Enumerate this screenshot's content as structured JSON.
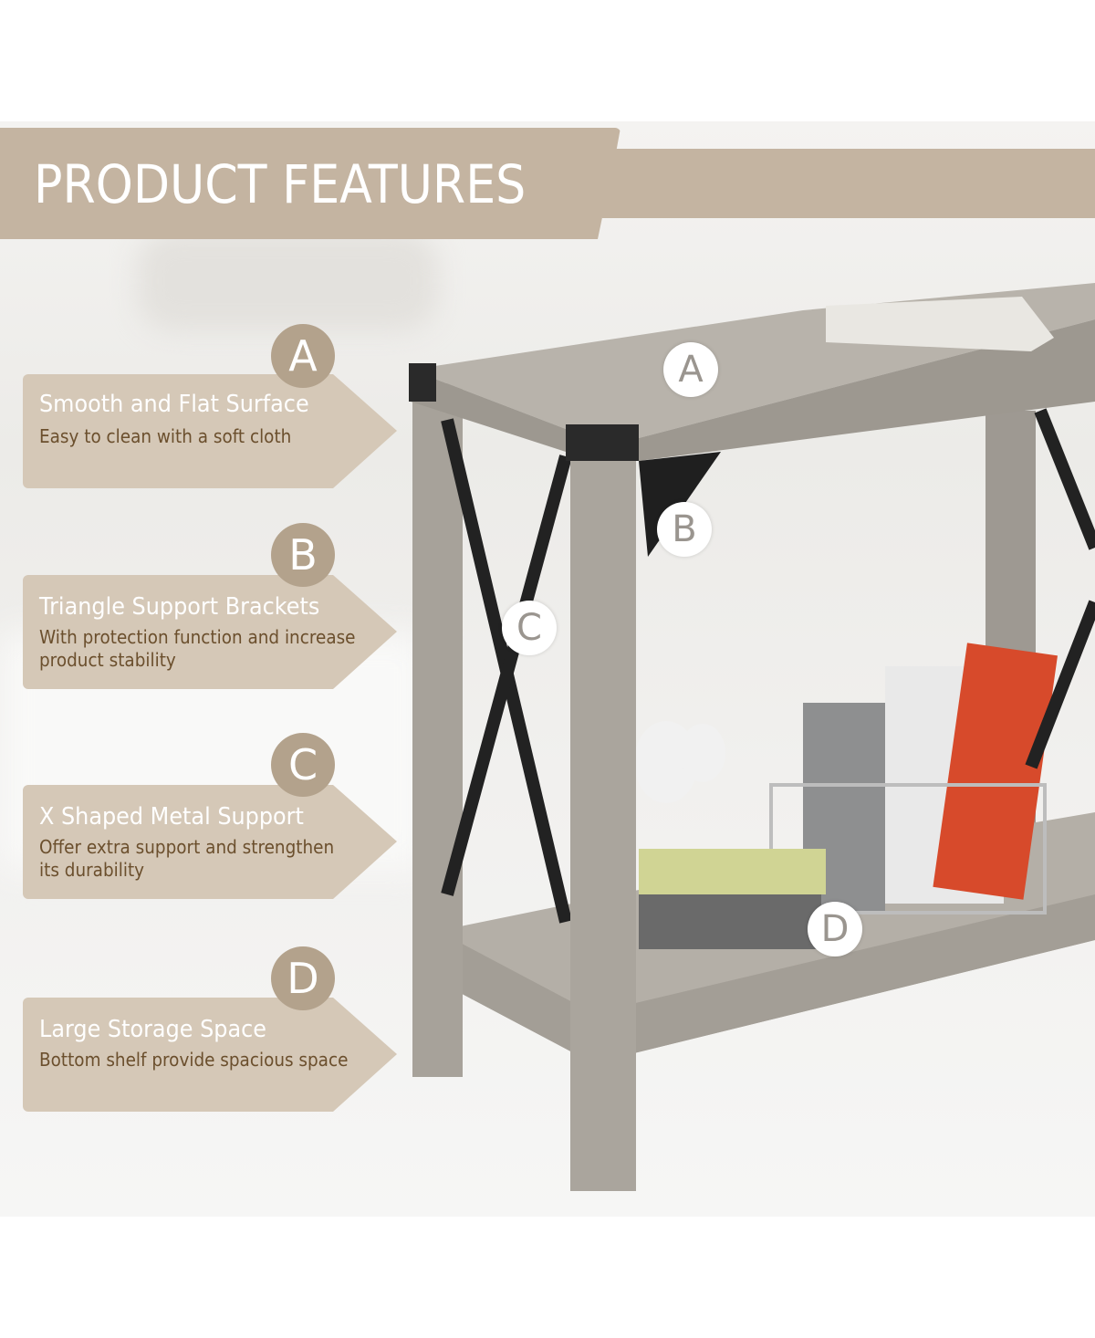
{
  "header": {
    "title": "PRODUCT FEATURES"
  },
  "features": [
    {
      "letter": "A",
      "title": "Smooth and Flat Surface",
      "description": "Easy to clean with a soft cloth"
    },
    {
      "letter": "B",
      "title": "Triangle Support Brackets",
      "description": "With protection function and increase product stability"
    },
    {
      "letter": "C",
      "title": "X Shaped Metal Support",
      "description": "Offer extra support and strengthen its durability"
    },
    {
      "letter": "D",
      "title": "Large Storage Space",
      "description": "Bottom shelf provide spacious space"
    }
  ],
  "markers": [
    "A",
    "B",
    "C",
    "D"
  ],
  "colors": {
    "banner": "#c4b4a1",
    "card": "#d5c8b7",
    "badge": "#b3a28c",
    "subtext": "#6b4f2d",
    "wood": "#a9a49c",
    "metal": "#222222"
  }
}
